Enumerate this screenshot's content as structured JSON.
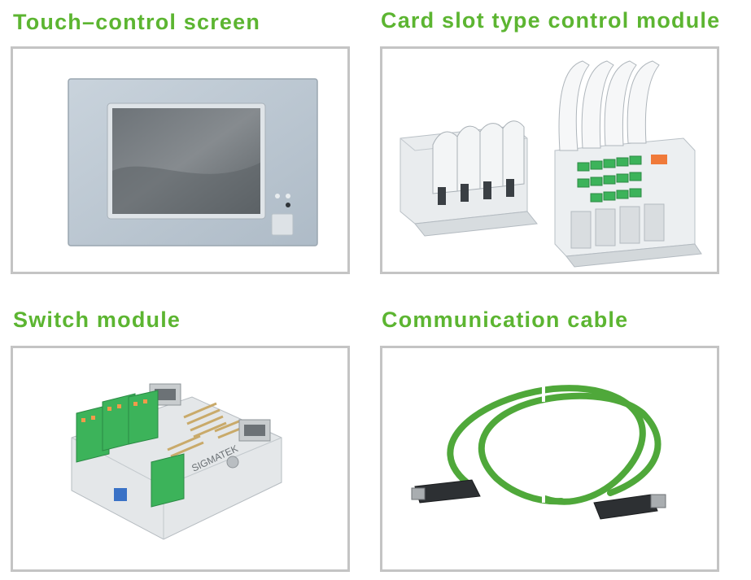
{
  "panels": [
    {
      "title": "Touch–control screen",
      "image": "touch-control-screen-photo"
    },
    {
      "title": "Card slot type control module",
      "image": "card-slot-control-module-photo"
    },
    {
      "title": "Switch module",
      "image": "switch-module-photo",
      "brand_text": "SIGMATEK"
    },
    {
      "title": "Communication cable",
      "image": "communication-cable-photo"
    }
  ],
  "colors": {
    "title": "#5cb531",
    "frame_border": "#c4c4c4",
    "cable": "#4fa83a",
    "terminal": "#3cb35a"
  }
}
